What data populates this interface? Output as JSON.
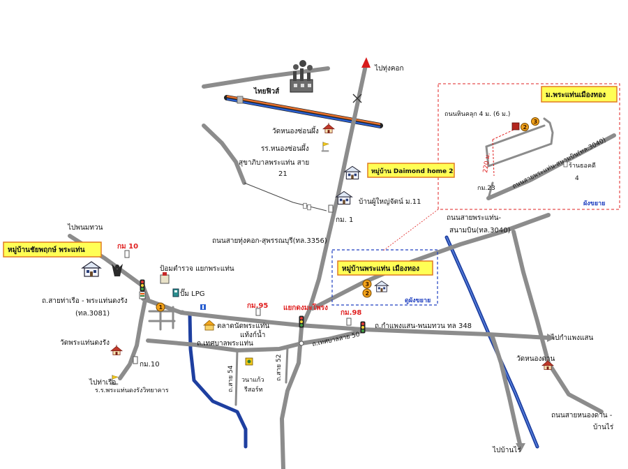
{
  "map": {
    "destinations": {
      "thung_khok": "ไปทุ่งคอก",
      "phanom_thuan": "ไปพนมทวน",
      "tha_ruea": "ไปท่าเรือ",
      "kamphaeng_saen": "ไปกำแพงแสน",
      "ban_rai": "ไปบ้านไร่"
    },
    "landmarks": {
      "thai_fuse": "ไทยฟิวส์",
      "wat_nong_son_phueng": "วัดหนองซ่อนผึ้ง",
      "school_nong_son_phueng": "รร.หนองซ่อนผึ้ง",
      "headman_house": "บ้านผู้ใหญ่จัตน์ ม.11",
      "police_box": "ป้อมตำรวจ แยกพระแท่น",
      "lpg_pump": "ปั๊ม LPG",
      "market": "ตลาดนัดพระแท่น",
      "water_tank": "แท้งก์น้ำ",
      "wat_phra_thaen": "วัดพระแท่นดงรัง",
      "school_phra_thaen": "ร.ร.พระแท่นดงรังวิทยาคาร",
      "resort": [
        "วนาแก้ว",
        "รีสอร์ท"
      ],
      "wat_nong_dan": "วัดหนองดาน",
      "junction": "แยกดงมะโพรง"
    },
    "roads": {
      "sukhaphiban_21": [
        "สุขาภิบาลพระแท่น สาย",
        "21"
      ],
      "hwy_3356": "ถนนสายทุ่งคอก-สุพรรณบุรี(ทล.3356)",
      "hwy_3081": [
        "ถ.สายท่าเรือ - พระแท่นดงรัง",
        "(ทล.3081)"
      ],
      "hwy_348": "ถ.กำแพงแสน-พนมทวน ทล 348",
      "thetsaban_phra_thaen": "ถ.เทศบาลพระแท่น",
      "thetsaban_50": "ถ.เทศบาลสาย 50",
      "sai_54": "ถ.สาย 54",
      "sai_52": "ถ.สาย 52",
      "hwy_3040": [
        "ถนนสายพระแท่น-",
        "สนามบิน(ทล.3040)"
      ],
      "nong_dan_ban_rai": [
        "ถนนสายหนองดาน -",
        "บ้านไร่"
      ]
    },
    "km_markers": {
      "km1": "กม. 1",
      "km10_north": "กม 10",
      "km95": "กม.95",
      "km98": "กม.98",
      "km10_south": "กม.10"
    },
    "villages": {
      "diamond_home": "หมู่บ้าน Daimond home 2",
      "chaiyaphruek": "หมู่บ้านชัยพฤกษ์ พระแท่น",
      "mueang_thong": "หมู่บ้านพระแท่น เมืองทอง",
      "see_inset": "ดูผังขยาย"
    },
    "markers": {
      "one": "1",
      "two": "2",
      "three": "3"
    },
    "inset": {
      "title": "ม.พระแท่นเมืองทอง",
      "gravel_road": "ถนนหินคลุก 4 ม. (6 ม.)",
      "distance": "220 ม.",
      "road_3040": "ถนนสายพระแท่น-สนามบิน(ทล.3040)",
      "shop": "ร้านธอคดี",
      "shop_note": "4",
      "km23": "กม.23",
      "caption": "ผังขยาย"
    },
    "colors": {
      "road": "#8c8c8c",
      "river": "#1e3fa0",
      "river_light": "#5b85e0",
      "railway_a": "#e8702a",
      "railway_b": "#2a5fd0",
      "label_fill": "#ffff55",
      "label_border": "#e07a20",
      "km_red": "#e02020",
      "inset_border": "#e02020",
      "caption_blue": "#1f3fc0",
      "marker_fill": "#f2a21a"
    }
  }
}
